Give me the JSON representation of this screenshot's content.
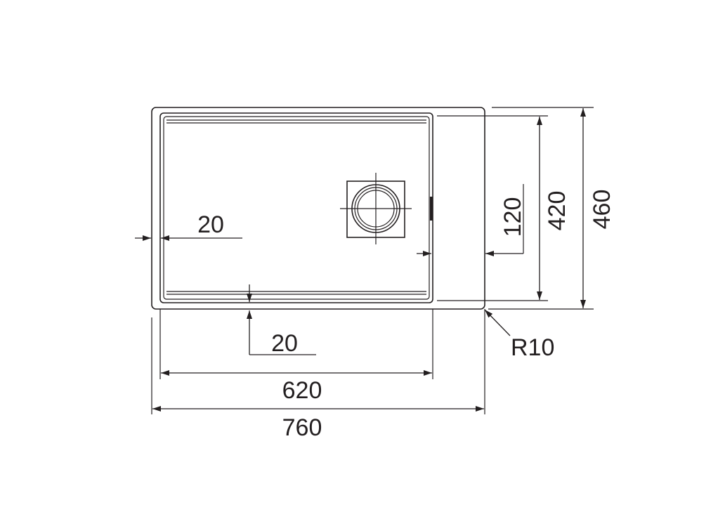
{
  "dimensions": {
    "overall_width": "760",
    "bowl_width": "620",
    "overall_depth": "460",
    "bowl_depth": "420",
    "drain_offset": "120",
    "side_margin": "20",
    "front_margin": "20",
    "corner_radius": "R10"
  },
  "colors": {
    "line": "#231f20",
    "background": "#ffffff"
  }
}
